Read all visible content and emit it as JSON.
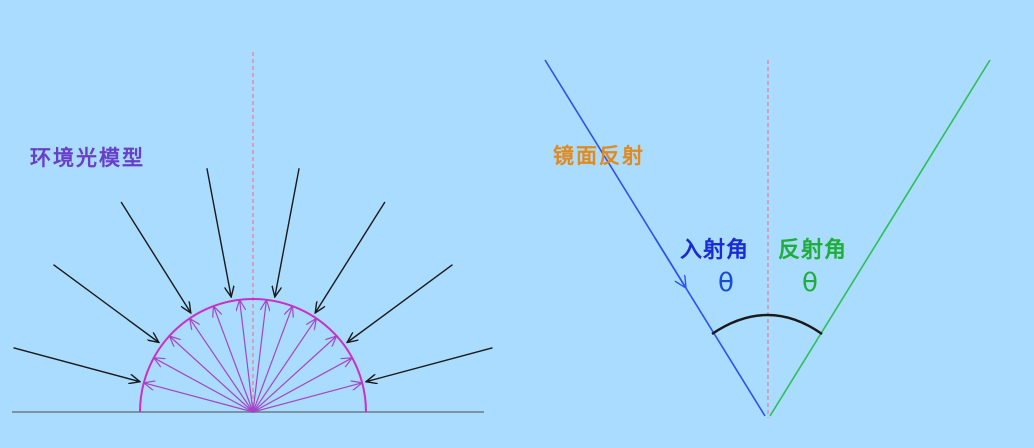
{
  "left_panel": {
    "title": "环境光模型",
    "incoming_ray_count": 8,
    "emitted_ray_count": 12
  },
  "right_panel": {
    "title": "镜面反射",
    "incident_label": "入射角",
    "reflect_label": "反射角",
    "theta_left": "θ",
    "theta_right": "θ"
  },
  "colors": {
    "background": "#aadcff",
    "ground": "#7a94a6",
    "hemisphere": "#cc2ec8",
    "emitted_rays": "#a344c6",
    "incoming_rays": "#1a1a1a",
    "normal": "#e08aa8",
    "incident_ray": "#2b52f0",
    "reflected_ray": "#2fbf55",
    "angle_arc": "#1a1a1a",
    "title_left": "#6a3fc8",
    "title_right": "#e08a20"
  }
}
